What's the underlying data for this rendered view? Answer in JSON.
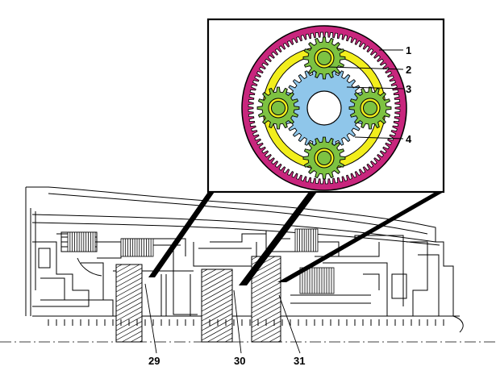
{
  "diagram": {
    "planetary_callouts": [
      {
        "id": "ring-gear",
        "label": "1"
      },
      {
        "id": "planet-gear",
        "label": "2"
      },
      {
        "id": "sun-gear",
        "label": "3"
      },
      {
        "id": "planet-carrier",
        "label": "4"
      }
    ],
    "gearset_callouts": [
      {
        "id": "gearset-a",
        "label": "29"
      },
      {
        "id": "gearset-b",
        "label": "30"
      },
      {
        "id": "gearset-c",
        "label": "31"
      }
    ],
    "colors": {
      "ring_gear": "#c8267d",
      "carrier": "#f2ee1c",
      "planet_gear": "#7dc242",
      "sun_gear": "#8fc6ea",
      "outline": "#000000",
      "background": "#ffffff"
    }
  }
}
